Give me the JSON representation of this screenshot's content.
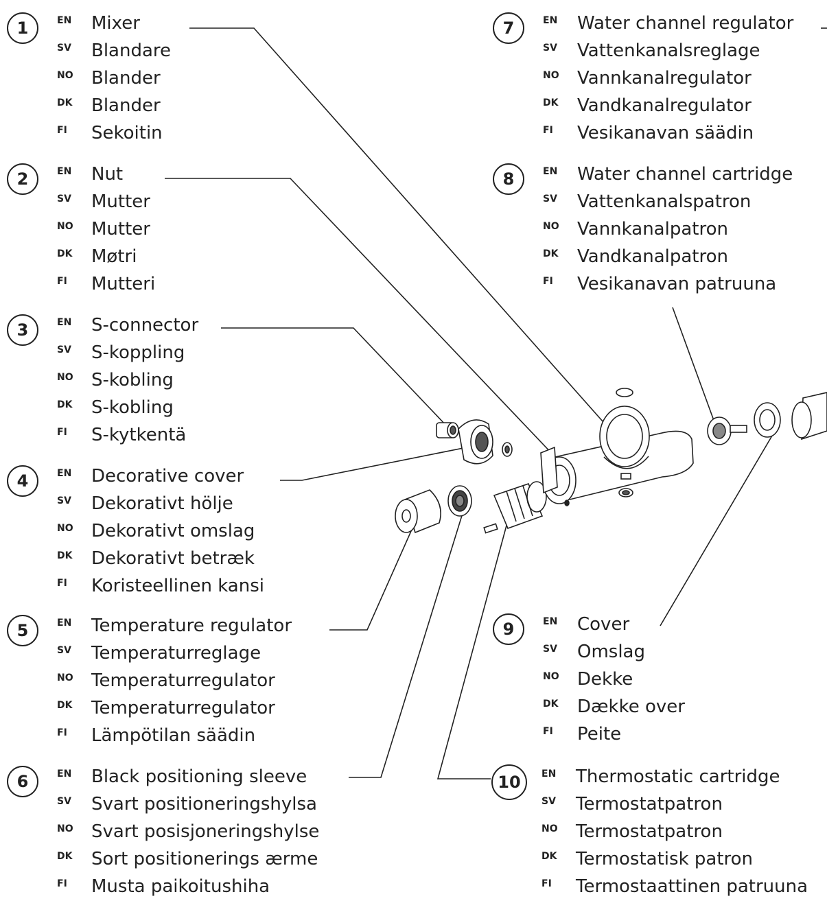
{
  "parts": [
    {
      "number": "1",
      "labels": [
        {
          "code": "EN",
          "text": "Mixer"
        },
        {
          "code": "SV",
          "text": "Blandare"
        },
        {
          "code": "NO",
          "text": "Blander"
        },
        {
          "code": "DK",
          "text": "Blander"
        },
        {
          "code": "FI",
          "text": "Sekoitin"
        }
      ]
    },
    {
      "number": "2",
      "labels": [
        {
          "code": "EN",
          "text": "Nut"
        },
        {
          "code": "SV",
          "text": "Mutter"
        },
        {
          "code": "NO",
          "text": "Mutter"
        },
        {
          "code": "DK",
          "text": "Møtri"
        },
        {
          "code": "FI",
          "text": "Mutteri"
        }
      ]
    },
    {
      "number": "3",
      "labels": [
        {
          "code": "EN",
          "text": "S-connector"
        },
        {
          "code": "SV",
          "text": "S-koppling"
        },
        {
          "code": "NO",
          "text": "S-kobling"
        },
        {
          "code": "DK",
          "text": "S-kobling"
        },
        {
          "code": "FI",
          "text": "S-kytkentä"
        }
      ]
    },
    {
      "number": "4",
      "labels": [
        {
          "code": "EN",
          "text": "Decorative cover"
        },
        {
          "code": "SV",
          "text": "Dekorativt hölje"
        },
        {
          "code": "NO",
          "text": "Dekorativt omslag"
        },
        {
          "code": "DK",
          "text": "Dekorativt betræk"
        },
        {
          "code": "FI",
          "text": "Koristeellinen kansi"
        }
      ]
    },
    {
      "number": "5",
      "labels": [
        {
          "code": "EN",
          "text": "Temperature regulator"
        },
        {
          "code": "SV",
          "text": "Temperaturreglage"
        },
        {
          "code": "NO",
          "text": "Temperaturregulator"
        },
        {
          "code": "DK",
          "text": "Temperaturregulator"
        },
        {
          "code": "FI",
          "text": "Lämpötilan säädin"
        }
      ]
    },
    {
      "number": "6",
      "labels": [
        {
          "code": "EN",
          "text": "Black positioning sleeve"
        },
        {
          "code": "SV",
          "text": "Svart positioneringshylsa"
        },
        {
          "code": "NO",
          "text": "Svart posisjoneringshylse"
        },
        {
          "code": "DK",
          "text": "Sort positionerings ærme"
        },
        {
          "code": "FI",
          "text": "Musta paikoitushiha"
        }
      ]
    },
    {
      "number": "7",
      "labels": [
        {
          "code": "EN",
          "text": "Water channel regulator"
        },
        {
          "code": "SV",
          "text": "Vattenkanalsreglage"
        },
        {
          "code": "NO",
          "text": "Vannkanalregulator"
        },
        {
          "code": "DK",
          "text": "Vandkanalregulator"
        },
        {
          "code": "FI",
          "text": "Vesikanavan säädin"
        }
      ]
    },
    {
      "number": "8",
      "labels": [
        {
          "code": "EN",
          "text": "Water channel cartridge"
        },
        {
          "code": "SV",
          "text": "Vattenkanalspatron"
        },
        {
          "code": "NO",
          "text": "Vannkanalpatron"
        },
        {
          "code": "DK",
          "text": "Vandkanalpatron"
        },
        {
          "code": "FI",
          "text": "Vesikanavan patruuna"
        }
      ]
    },
    {
      "number": "9",
      "labels": [
        {
          "code": "EN",
          "text": "Cover"
        },
        {
          "code": "SV",
          "text": "Omslag"
        },
        {
          "code": "NO",
          "text": "Dekke"
        },
        {
          "code": "DK",
          "text": "Dække over"
        },
        {
          "code": "FI",
          "text": "Peite"
        }
      ]
    },
    {
      "number": "10",
      "labels": [
        {
          "code": "EN",
          "text": "Thermostatic cartridge"
        },
        {
          "code": "SV",
          "text": "Termostatpatron"
        },
        {
          "code": "NO",
          "text": "Termostatpatron"
        },
        {
          "code": "DK",
          "text": "Termostatisk patron"
        },
        {
          "code": "FI",
          "text": "Termostaattinen patruuna"
        }
      ]
    }
  ]
}
